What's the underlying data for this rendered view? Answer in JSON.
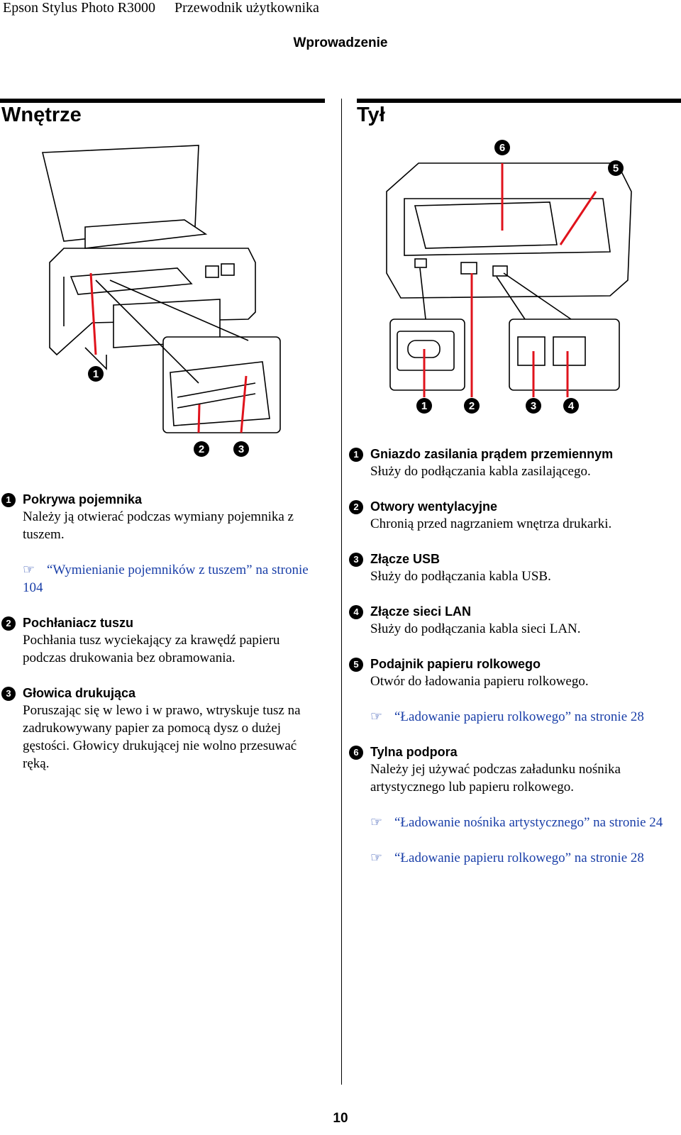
{
  "header": {
    "product": "Epson Stylus Photo R3000",
    "guide": "Przewodnik użytkownika",
    "section": "Wprowadzenie"
  },
  "left": {
    "heading": "Wnętrze",
    "callouts": [
      "1",
      "2",
      "3"
    ],
    "items": [
      {
        "num": "1",
        "title": "Pokrywa pojemnika",
        "text": "Należy ją otwierać podczas wymiany pojemnika z tuszem.",
        "refs": [
          {
            "icon": "pointing-hand-icon",
            "text": "“Wymienianie pojemników z tuszem” na stronie 104"
          }
        ]
      },
      {
        "num": "2",
        "title": "Pochłaniacz tuszu",
        "text": "Pochłania tusz wyciekający za krawędź papieru podczas drukowania bez obramowania."
      },
      {
        "num": "3",
        "title": "Głowica drukująca",
        "text": "Poruszając się w lewo i w prawo, wtryskuje tusz na zadrukowywany papier za pomocą dysz o dużej gęstości. Głowicy drukującej nie wolno przesuwać ręką."
      }
    ]
  },
  "right": {
    "heading": "Tył",
    "callouts": [
      "6",
      "5",
      "1",
      "2",
      "3",
      "4"
    ],
    "items": [
      {
        "num": "1",
        "title": "Gniazdo zasilania prądem przemiennym",
        "text": "Służy do podłączania kabla zasilającego."
      },
      {
        "num": "2",
        "title": "Otwory wentylacyjne",
        "text": "Chronią przed nagrzaniem wnętrza drukarki."
      },
      {
        "num": "3",
        "title": "Złącze USB",
        "text": "Służy do podłączania kabla USB."
      },
      {
        "num": "4",
        "title": "Złącze sieci LAN",
        "text": "Służy do podłączania kabla sieci LAN."
      },
      {
        "num": "5",
        "title": "Podajnik papieru rolkowego",
        "text": "Otwór do ładowania papieru rolkowego.",
        "refs": [
          {
            "icon": "pointing-hand-icon",
            "text": "“Ładowanie papieru rolkowego” na stronie 28"
          }
        ]
      },
      {
        "num": "6",
        "title": "Tylna podpora",
        "text": "Należy jej używać podczas załadunku nośnika artystycznego lub papieru rolkowego.",
        "refs": [
          {
            "icon": "pointing-hand-icon",
            "text": "“Ładowanie nośnika artystycznego” na stronie 24"
          },
          {
            "icon": "pointing-hand-icon",
            "text": "“Ładowanie papieru rolkowego” na stronie 28"
          }
        ]
      }
    ]
  },
  "page_number": "10",
  "colors": {
    "callout_line": "#e0131c",
    "link": "#1a3fa8"
  }
}
